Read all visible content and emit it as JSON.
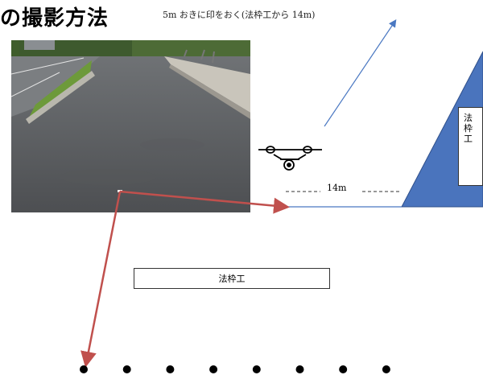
{
  "title": "の撮影方法",
  "note": "5m おきに印をおく(法枠工から 14m)",
  "distance_label": "14m",
  "bottom_box_label": "法枠工",
  "triangle_label": [
    "法",
    "枠",
    "工"
  ],
  "markers_count": 8,
  "colors": {
    "triangle_fill": "#4a74bd",
    "flight_arrow": "#4a78c2",
    "red_path": "#c0504d",
    "baseline": "#4a78c2"
  },
  "icons": [
    "drone-icon"
  ]
}
